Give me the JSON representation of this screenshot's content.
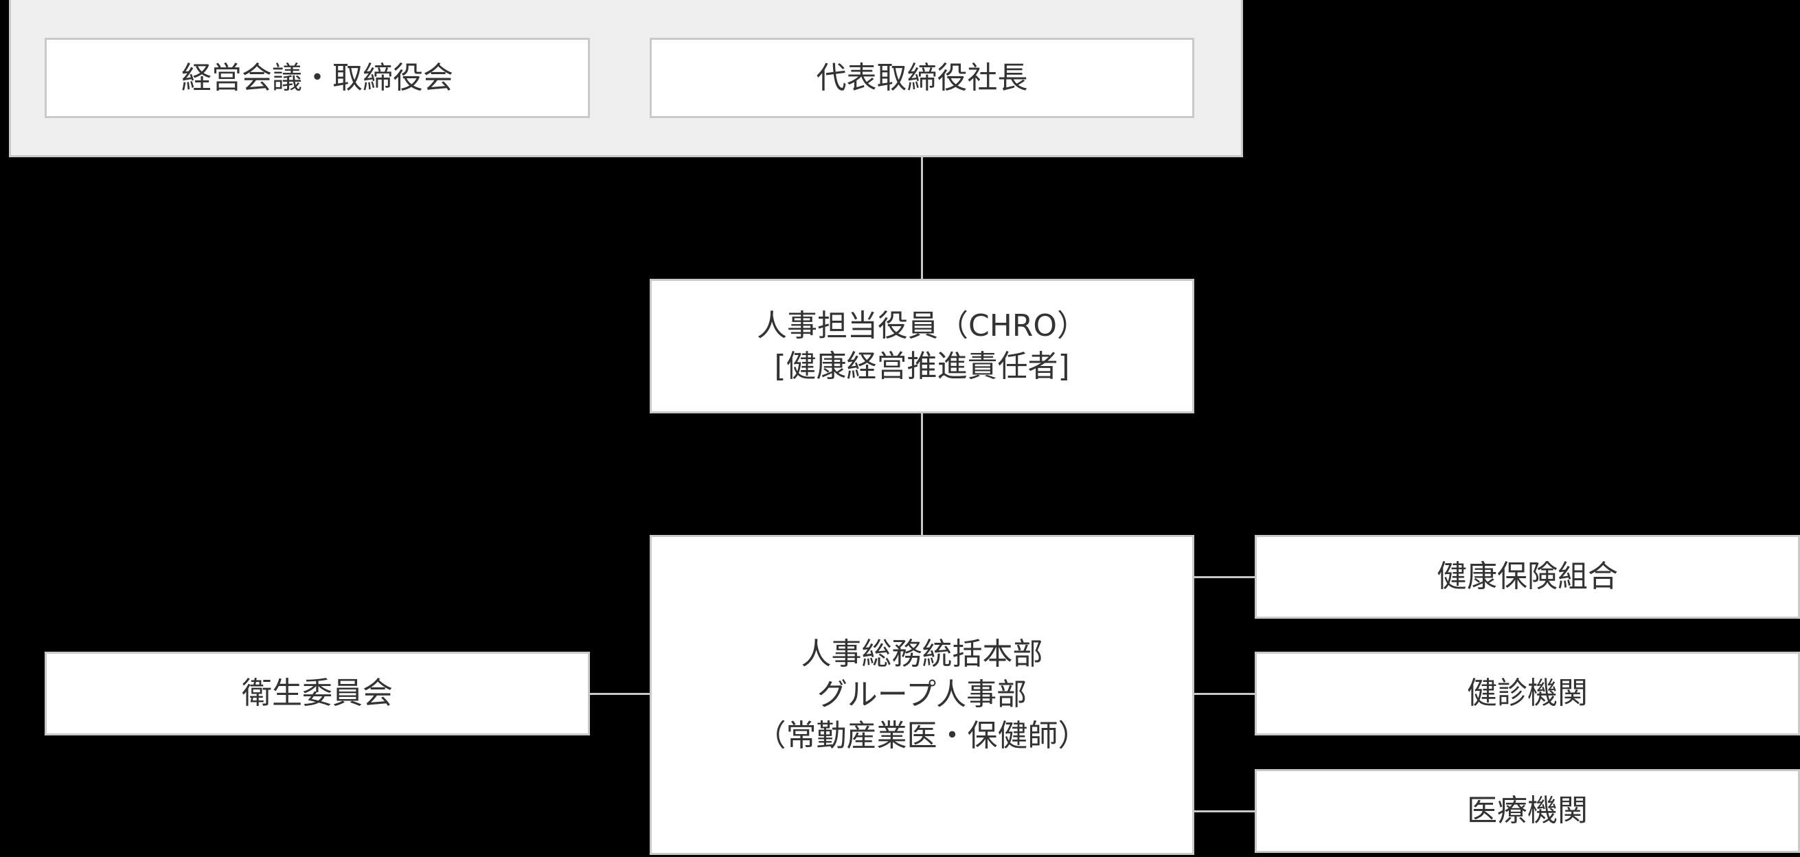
{
  "diagram": {
    "type": "org-chart",
    "colors": {
      "background": "#000000",
      "panel_fill": "#efefef",
      "node_fill": "#ffffff",
      "border": "#c9c9c9",
      "connector": "#c9c9c9",
      "text": "#333333"
    },
    "nodes": {
      "board": {
        "label": "経営会議・取締役会"
      },
      "president": {
        "label": "代表取締役社長"
      },
      "chro": {
        "line1": "人事担当役員（CHRO）",
        "line2": "[健康経営推進責任者]"
      },
      "hr_dept": {
        "line1": "人事総務統括本部",
        "line2": "グループ人事部",
        "line3": "（常勤産業医・保健師）"
      },
      "health_committee": {
        "label": "衛生委員会"
      },
      "health_insurance": {
        "label": "健康保険組合"
      },
      "checkup_org": {
        "label": "健診機関"
      },
      "medical_org": {
        "label": "医療機関"
      }
    },
    "edges": [
      {
        "from": "governance-panel",
        "to": "chro",
        "style": "vertical"
      },
      {
        "from": "chro",
        "to": "hr_dept",
        "style": "vertical"
      },
      {
        "from": "health_committee",
        "to": "hr_dept",
        "style": "horizontal"
      },
      {
        "from": "hr_dept",
        "to": "health_insurance",
        "style": "horizontal"
      },
      {
        "from": "hr_dept",
        "to": "checkup_org",
        "style": "horizontal"
      },
      {
        "from": "hr_dept",
        "to": "medical_org",
        "style": "horizontal"
      }
    ]
  }
}
